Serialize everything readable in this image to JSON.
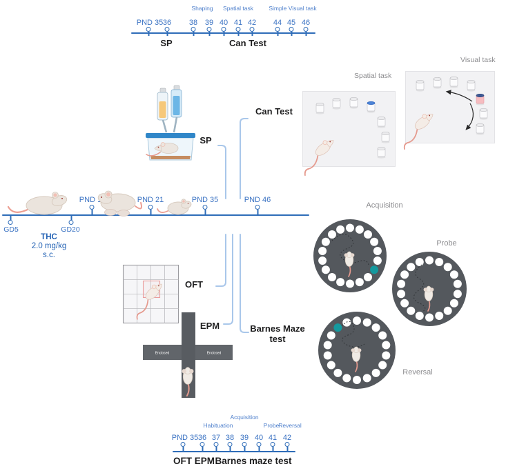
{
  "top_timeline": {
    "phases": [
      "Shaping",
      "Spatial task",
      "Simple Visual task"
    ],
    "ticks": [
      "PND 35",
      "36",
      "38",
      "39",
      "40",
      "41",
      "42",
      "44",
      "45",
      "46"
    ],
    "tests": [
      "SP",
      "Can Test"
    ]
  },
  "main_timeline": {
    "below_ticks": [
      "GD5",
      "GD20"
    ],
    "above_ticks": [
      "PND 1",
      "PND 21",
      "PND 35",
      "PND 46"
    ],
    "treatment": {
      "name": "THC",
      "dose": "2.0 mg/kg",
      "route": "s.c."
    }
  },
  "callouts": {
    "sp": "SP",
    "can_test": "Can Test",
    "oft": "OFT",
    "epm": "EPM",
    "barnes_line1": "Barnes Maze",
    "barnes_line2": "test"
  },
  "panels": {
    "spatial_title": "Spatial task",
    "visual_title": "Visual task"
  },
  "barnes_maze": {
    "acquisition": "Acquisition",
    "probe": "Probe",
    "reversal": "Reversal",
    "holes_per_maze": 18
  },
  "epm": {
    "enclosed": "Enclosed"
  },
  "bottom_timeline": {
    "phases": [
      "Acquisition",
      "Habituation",
      "Probe",
      "Reversal"
    ],
    "ticks": [
      "PND 35",
      "36",
      "37",
      "38",
      "39",
      "40",
      "41",
      "42"
    ],
    "tests": [
      "OFT EPM",
      "Barnes maze test"
    ]
  },
  "colors": {
    "timeline_blue": "#2e6cb8",
    "bracket_blue": "#a9c7ea",
    "maze_gray": "#54585d",
    "escape_hole_teal": "#14999e",
    "label_gray": "#8d8d90",
    "text_black": "#1e1e1f"
  }
}
